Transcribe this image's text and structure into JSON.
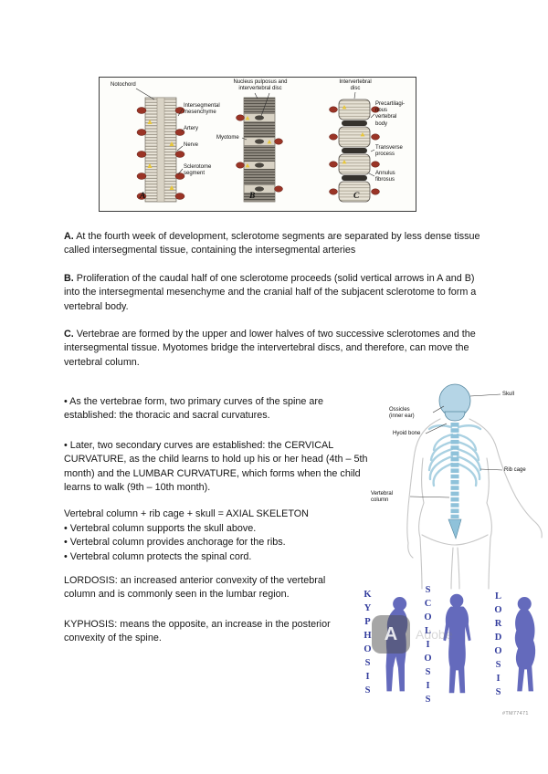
{
  "figure": {
    "panel_a": {
      "letter": "A",
      "notochord": "Notochord",
      "intersegmental_mesenchyme": "Intersegmental\nmesenchyme",
      "artery": "Artery",
      "nerve": "Nerve",
      "sclerotome_segment": "Sclerotome\nsegment"
    },
    "panel_b": {
      "letter": "B",
      "header": "Nucleus pulposus and\nintervertebral disc",
      "myotome": "Myotome"
    },
    "panel_c": {
      "letter": "C",
      "header": "Intervertebral\ndisc",
      "precartilaginous_vertebral_body": "Precartilagi-\nnous\nvertebral\nbody",
      "transverse_process": "Transverse\nprocess",
      "annulus_fibrosus": "Annulus\nfibrosus"
    }
  },
  "paragraphs": {
    "a": {
      "prefix": "A.",
      "text": " At the fourth week of development, sclerotome segments are separated by less dense tissue called intersegmental tissue, containing the intersegmental arteries"
    },
    "b": {
      "prefix": "B.",
      "text": " Proliferation of the caudal half of one sclerotome proceeds (solid vertical arrows in A and B) into the intersegmental mesenchyme and the cranial half of the subjacent sclerotome to form a vertebral body."
    },
    "c": {
      "prefix": "C.",
      "text": " Vertebrae are formed by the upper and lower halves of two successive sclerotomes and the intersegmental tissue. Myotomes bridge the intervertebral discs, and therefore, can move the vertebral column."
    }
  },
  "bullets": {
    "primary_curves": "• As the vertebrae form, two primary curves of the spine are established: the thoracic and sacral curvatures.",
    "secondary_curves": "• Later, two secondary curves are established: the CERVICAL CURVATURE, as the child learns to hold up his or her head (4th – 5th month) and the LUMBAR CURVATURE, which forms when the child learns to walk (9th – 10th month)."
  },
  "axial": {
    "line1": "Vertebral column + rib cage + skull = AXIAL SKELETON",
    "line2": "• Vertebral column supports the skull above.",
    "line3": "• Vertebral column provides anchorage for the ribs.",
    "line4": "• Vertebral column protects the spinal cord."
  },
  "definitions": {
    "lordosis": "LORDOSIS: an increased anterior convexity of the vertebral column and is commonly seen in the lumbar region.",
    "kyphosis": "KYPHOSIS: means the opposite, an increase in the posterior convexity of the spine."
  },
  "anatomy_labels": {
    "skull": "Skull",
    "ossicles": "Ossicles\n(inner ear)",
    "hyoid": "Hyoid bone",
    "rib_cage": "Rib cage",
    "vertebral_column": "Vertebral\ncolumn"
  },
  "curvature_terms": {
    "kyphosis": "KYPHOSIS",
    "scoliosis": "SCOLIOSIS",
    "lordosis": "LORDOSIS"
  },
  "watermark": {
    "icon_letter": "A",
    "text": "Adobe"
  },
  "footer": {
    "code": "#TM77471"
  }
}
